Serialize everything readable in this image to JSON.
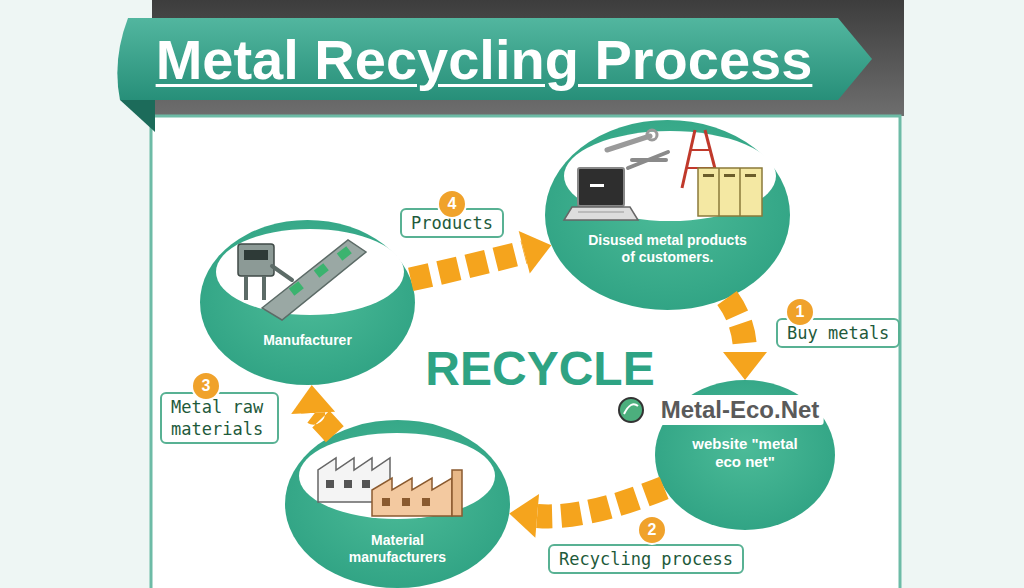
{
  "diagram": {
    "title": "Metal Recycling Process",
    "nodes": [
      {
        "text": [
          "Disused metal products of customers."
        ]
      },
      {
        "text": [
          "website \"metal eco net\""
        ]
      },
      {
        "text": [
          "Material manufacturers"
        ]
      },
      {
        "text": [
          "Manufacturer"
        ]
      }
    ],
    "edges": [
      {
        "from": 0,
        "to": 1,
        "arrow": "to",
        "label": "Buy metals"
      },
      {
        "from": 1,
        "to": 2,
        "arrow": "to",
        "label": "Recycling process"
      },
      {
        "from": 2,
        "to": 3,
        "arrow": "to",
        "label": "Metal raw materials"
      },
      {
        "from": 3,
        "to": 0,
        "arrow": "to",
        "label": "Products"
      }
    ],
    "labels": [
      "1",
      "2",
      "3",
      "4",
      "RECYCLE",
      "Metal-Eco.Net"
    ]
  }
}
